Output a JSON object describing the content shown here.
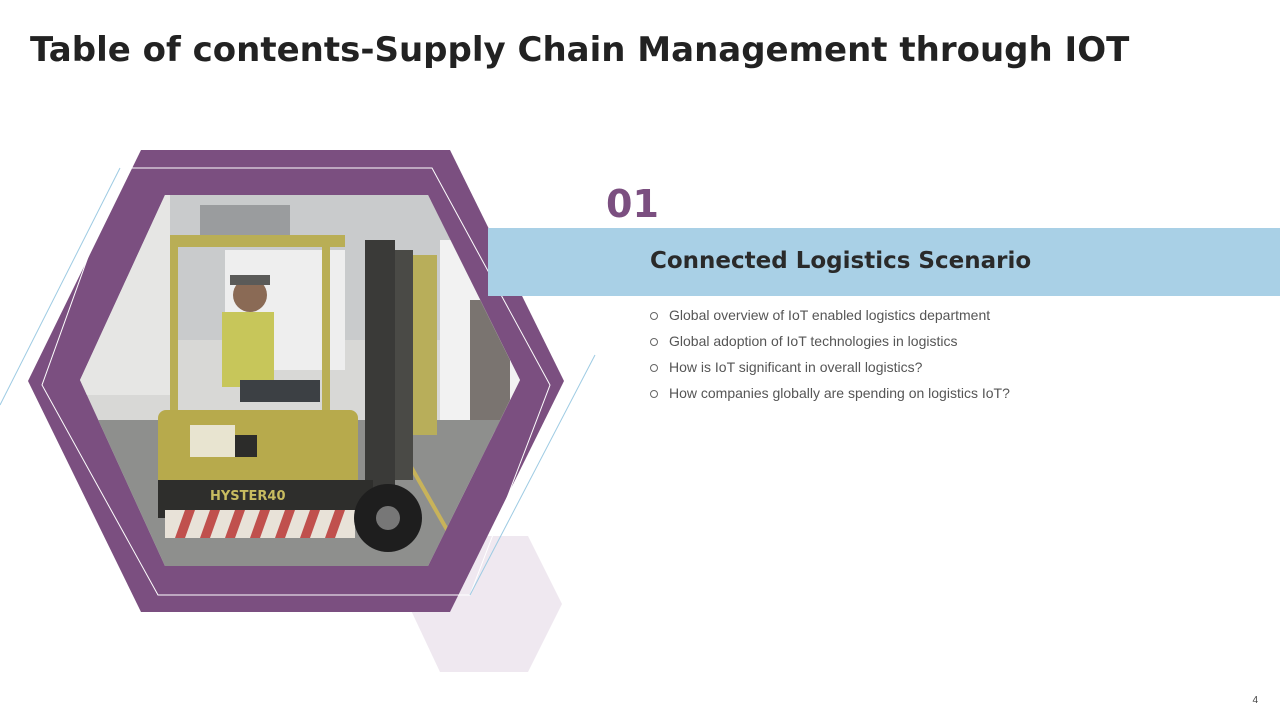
{
  "slide": {
    "title": "Table of contents-Supply Chain Management through IOT",
    "page_number": "4"
  },
  "section": {
    "number": "01",
    "heading": "Connected Logistics Scenario",
    "topics": [
      "Global overview of IoT enabled logistics department",
      "Global adoption of IoT technologies in logistics",
      "How is IoT significant in overall logistics?",
      "How companies globally are spending on logistics IoT?"
    ]
  },
  "image": {
    "subject": "forklift-warehouse-photo",
    "forklift_brand": "HYSTER",
    "model_marking": "HYSTER40"
  },
  "colors": {
    "accent_purple": "#7b4f80",
    "band_blue": "#a9d0e6",
    "light_hex": "#efe8f0",
    "outline_blue": "#9ecbe3"
  }
}
